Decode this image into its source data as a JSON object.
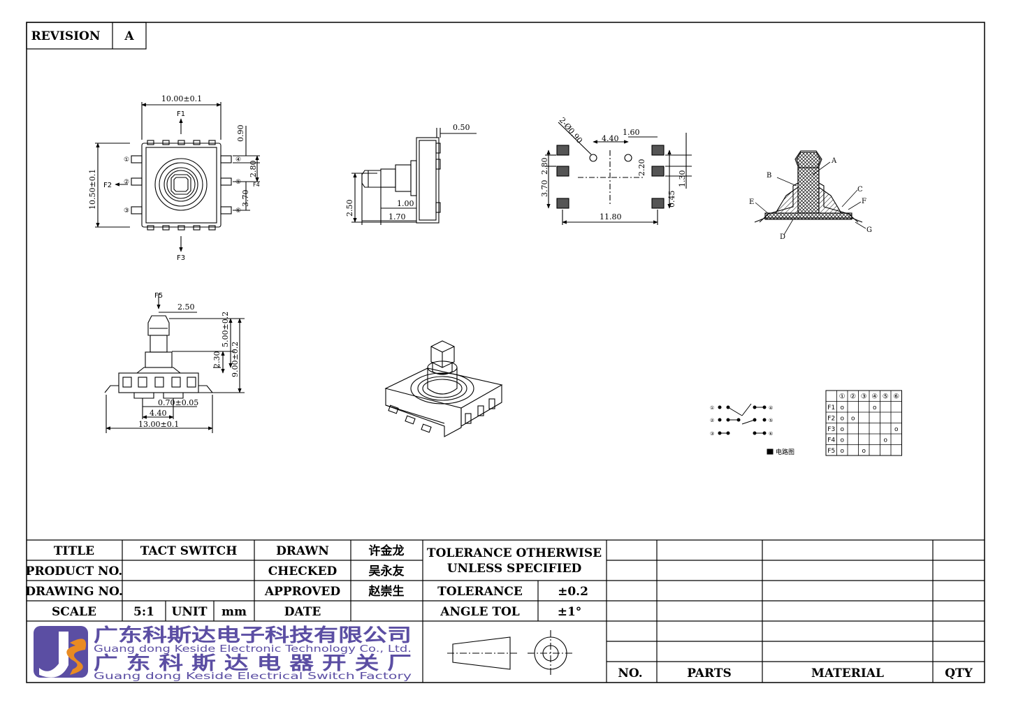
{
  "revision": {
    "label": "REVISION",
    "value": "A"
  },
  "title_block": {
    "title_label": "TITLE",
    "title_value": "TACT SWITCH",
    "product_label": "PRODUCT NO.",
    "product_value": "",
    "drawing_label": "DRAWING NO.",
    "drawing_value": "",
    "scale_label": "SCALE",
    "scale_value": "5:1",
    "unit_label": "UNIT",
    "unit_value": "mm",
    "drawn_label": "DRAWN",
    "drawn_value": "许金龙",
    "checked_label": "CHECKED",
    "checked_value": "吴永友",
    "approved_label": "APPROVED",
    "approved_value": "赵崇生",
    "date_label": "DATE",
    "date_value": "",
    "tolerance_note_1": "TOLERANCE OTHERWISE",
    "tolerance_note_2": "UNLESS SPECIFIED",
    "tolerance_label": "TOLERANCE",
    "tolerance_value": "±0.2",
    "angle_label": "ANGLE TOL",
    "angle_value": "±1°",
    "parts_headers": [
      "NO.",
      "PARTS",
      "MATERIAL",
      "QTY"
    ]
  },
  "company": {
    "logo_text": "KS",
    "name_cn_1": "广东科斯达电子科技有限公司",
    "name_en_1": "Guang dong Keside  Electronic Technology Co., Ltd.",
    "name_cn_2": "广 东 科 斯 达 电 器 开 关 厂",
    "name_en_2": "Guang dong Keside Electrical Switch Factory"
  },
  "dimensions": {
    "top_width": "10.00±0.1",
    "top_height": "10.50±0.1",
    "pin_090": "0.90",
    "pin_280": "2.80",
    "pin_370": "3.70",
    "side_050": "0.50",
    "side_250": "2.50",
    "side_100": "1.00",
    "side_170": "1.70",
    "pcb_hole": "2-Ø0.90",
    "pcb_440": "4.40",
    "pcb_160": "1.60",
    "pcb_280": "2.80",
    "pcb_370": "3.70",
    "pcb_220": "2.20",
    "pcb_130": "1.30",
    "pcb_045": "0.45",
    "pcb_1180": "11.80",
    "front_250": "2.50",
    "front_500": "5.00±0.2",
    "front_900": "9.00±0.2",
    "front_230": "2.30",
    "front_070": "0.70±0.05",
    "front_440": "4.40",
    "front_1300": "13.00±0.1"
  },
  "force_labels": [
    "F1",
    "F2",
    "F3",
    "F4",
    "F5"
  ],
  "pin_markers": [
    "①",
    "②",
    "③",
    "④",
    "⑤",
    "⑥"
  ],
  "section_labels": [
    "A",
    "B",
    "C",
    "D",
    "E",
    "F",
    "G"
  ],
  "circuit": {
    "pins_left": [
      "①",
      "②",
      "③"
    ],
    "pins_right": [
      "④",
      "⑤",
      "⑥"
    ],
    "legend": "电路图"
  },
  "truth_table": {
    "headers": [
      "",
      "①",
      "②",
      "③",
      "④",
      "⑤",
      "⑥"
    ],
    "rows": [
      {
        "label": "F1",
        "cells": [
          "o",
          "",
          "",
          "o",
          "",
          ""
        ]
      },
      {
        "label": "F2",
        "cells": [
          "o",
          "o",
          "",
          "",
          "",
          ""
        ]
      },
      {
        "label": "F3",
        "cells": [
          "o",
          "",
          "",
          "",
          "",
          "o"
        ]
      },
      {
        "label": "F4",
        "cells": [
          "o",
          "",
          "",
          "",
          "o",
          ""
        ]
      },
      {
        "label": "F5",
        "cells": [
          "o",
          "",
          "o",
          "",
          "",
          ""
        ]
      }
    ]
  }
}
